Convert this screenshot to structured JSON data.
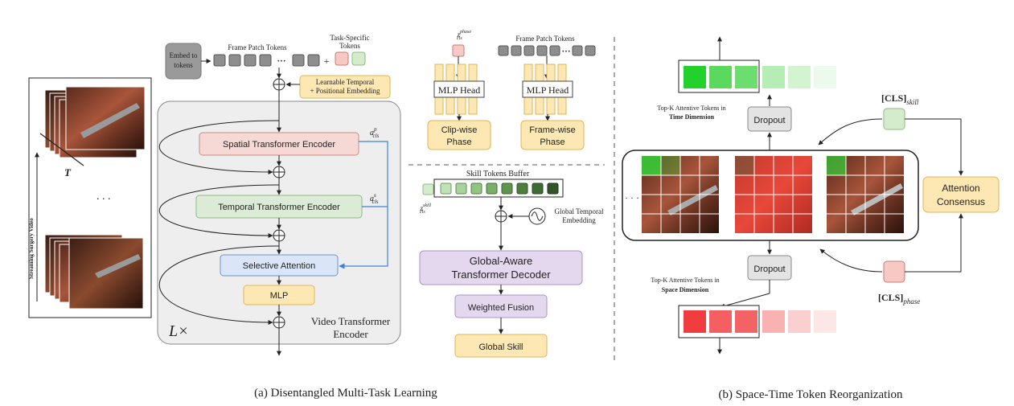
{
  "left_panel": {
    "streaming_label": "Streaming Surgery Video",
    "time_symbol": "T",
    "ellipsis": ". . ."
  },
  "encoder": {
    "embed_label_1": "Embed to",
    "embed_label_2": "tokens",
    "frame_patch_tokens": "Frame Patch Tokens",
    "task_specific_1": "Task-Specific",
    "task_specific_2": "Tokens",
    "dots": "···",
    "plus": "+",
    "pos_embed_1": "Learnable Temporal",
    "pos_embed_2": "+ Positional Embedding",
    "spatial": "Spatial Transformer Encoder",
    "temporal": "Temporal Transformer Encoder",
    "selective": "Selective Attention",
    "mlp": "MLP",
    "a_p_main": "a",
    "a_p_sup": "p",
    "a_p_sub": "cls",
    "a_s_main": "a",
    "a_s_sup": "s",
    "a_s_sub": "cls",
    "layers": "L×",
    "title_1": "Video Transformer",
    "title_2": "Encoder"
  },
  "phase": {
    "z_main": "z",
    "z_sup": "phase",
    "z_sub": "cls",
    "frame_patch_tokens": "Frame Patch Tokens",
    "dots": "···",
    "mlp_head_1": "MLP Head",
    "mlp_head_2": "MLP Head",
    "clip_1": "Clip-wise",
    "clip_2": "Phase",
    "frame_1": "Frame-wise",
    "frame_2": "Phase"
  },
  "skill": {
    "buffer": "Skill Tokens Buffer",
    "z_main": "z",
    "z_sup": "skill",
    "z_sub": "cls",
    "gte_1": "Global Temporal",
    "gte_2": "Embedding",
    "decoder_1": "Global-Aware",
    "decoder_2": "Transformer Decoder",
    "fusion": "Weighted Fusion",
    "global_skill": "Global Skill"
  },
  "reorg": {
    "topk_time_1": "Top-K Attentive Tokens in",
    "topk_time_2": "Time Dimension",
    "topk_space_1": "Top-K Attentive Tokens in",
    "topk_space_2": "Space Dimension",
    "dropout_top": "Dropout",
    "dropout_bottom": "Dropout",
    "cls_skill_main": "[CLS]",
    "cls_skill_sub": "skill",
    "cls_phase_main": "[CLS]",
    "cls_phase_sub": "phase",
    "consensus_1": "Attention",
    "consensus_2": "Consensus",
    "ellipsis": "· · ·"
  },
  "captions": {
    "a": "(a) Disentangled Multi-Task Learning",
    "b": "(b) Space-Time Token Reorganization"
  },
  "colors": {
    "spatial_fill": "#f6d9d5",
    "spatial_stroke": "#c98a84",
    "temporal_fill": "#dcebd5",
    "temporal_stroke": "#8fb984",
    "selective_fill": "#dae6f7",
    "selective_stroke": "#6e93c9",
    "yellow_fill": "#fde8b4",
    "yellow_stroke": "#e1b458",
    "purple_fill": "#e4d8ee",
    "purple_stroke": "#ad92c6",
    "gray_token": "#8e8e8e",
    "arrow_blue": "#3d83d8"
  }
}
